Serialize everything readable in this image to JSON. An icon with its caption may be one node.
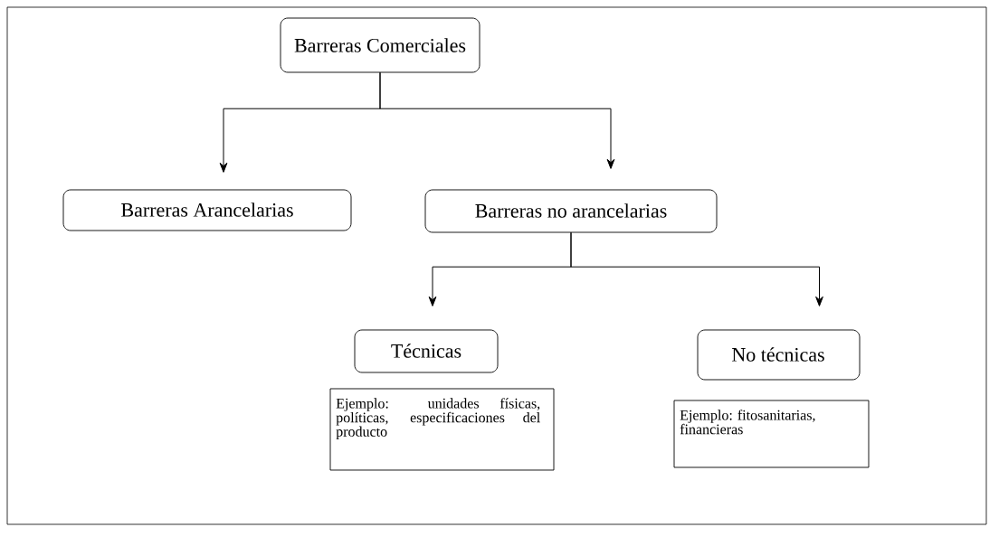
{
  "diagram": {
    "nodes": [
      {
        "text": [
          "Barreras Comerciales"
        ]
      },
      {
        "text": [
          "Barreras Arancelarias"
        ]
      },
      {
        "text": [
          "Barreras no arancelarias"
        ]
      },
      {
        "text": [
          "Técnicas"
        ]
      },
      {
        "text": [
          "No técnicas"
        ]
      },
      {
        "text": [
          "Ejemplo: unidades físicas, políticas, especificaciones del producto"
        ]
      },
      {
        "text": [
          "Ejemplo: fitosanitarias, financieras"
        ]
      }
    ],
    "edges": [
      {
        "from": 0,
        "to": 1,
        "arrow": "to"
      },
      {
        "from": 0,
        "to": 2,
        "arrow": "to"
      },
      {
        "from": 2,
        "to": 3,
        "arrow": "to"
      },
      {
        "from": 2,
        "to": 4,
        "arrow": "to"
      }
    ]
  }
}
